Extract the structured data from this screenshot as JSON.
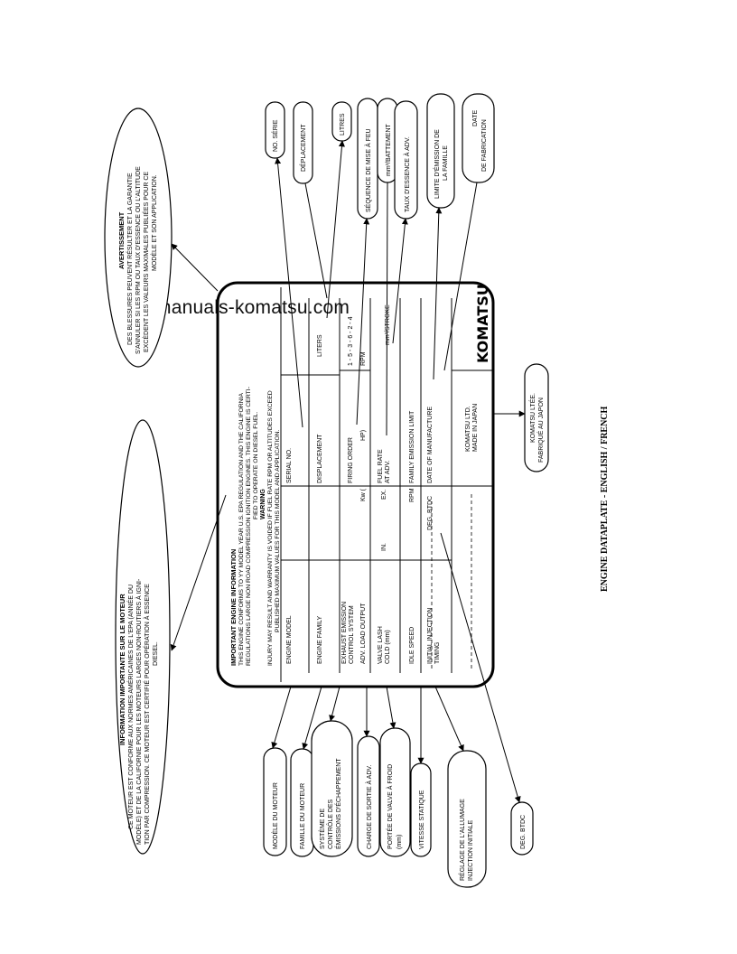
{
  "watermark": "manuals-komatsu.com",
  "page_caption": "ENGINE DATAPLATE - ENGLISH / FRENCH",
  "plate": {
    "header": {
      "title": "IMPORTANT ENGINE INFORMATION",
      "line1": "THIS ENGINE CONFORMS TO YY MODEL YEAR U.S. EPA REGULATION AND THE CALIFORNIA",
      "line2": "REGULATIONS LARGE NON ROAD COMPRESSION IGNITION ENGINES. THIS ENGINE IS CERTI-",
      "line3": "FIED TO OPERATE ON DIESEL FUEL.",
      "warning_title": "WARNING",
      "warning_line1": "INJURY MAY RESULT AND WARRANTY IS VOIDED IF FUEL RATE RPM OR ALTITUDES EXCEED",
      "warning_line2": "PUBLISHED MAXIMUM VALUES FOR THIS MODEL AND APPLICATION."
    },
    "rows": {
      "engine_model": "ENGINE MODEL",
      "serial_no": "SERIAL NO.",
      "engine_family": "ENGINE FAMILY",
      "displacement": "DISPLACEMENT",
      "liters": "LITERS",
      "exhaust_1": "EXHAUST EMISSION",
      "exhaust_2": "CONTROL SYSTEM",
      "firing_order": "FIRING ORDER",
      "firing_seq": "1 - 5 - 3 - 6 - 2 - 4",
      "adv_load": "ADV. LOAD OUTPUT",
      "kw": "Kw  (",
      "hp": "HP)",
      "rpm1": "RPM",
      "valve_1": "VALVE LASH",
      "valve_2": "COLD (mm)",
      "in": "IN.",
      "ex": "EX.",
      "fuel_1": "FUEL RATE",
      "fuel_2": "AT ADV.",
      "stroke": "mm³/STROKE",
      "idle": "IDLE SPEED",
      "rpm2": "RPM",
      "fam_em": "FAMILY EMISSION LIMIT",
      "init_1": "INITIAL INJECTION",
      "init_2": "TIMING",
      "btdc": "DEG. BTDC",
      "date_mfg": "DATE OF MANUFACTURE",
      "maker_1": "KOMATSU LTD.",
      "maker_2": "MADE IN JAPAN",
      "logo": "KOMATSU"
    }
  },
  "callouts": {
    "no_serie": "NO. SÉRIE",
    "deplacement": "DÉPLACEMENT",
    "litres": "LITRES",
    "sequence": "SÉQUENCE DE MISE À FEU",
    "battement": "mm³/BATTEMENT",
    "taux": "TAUX D'ESSENCE À ADV.",
    "limit_1": "LIMITE D'ÉMISSION DE",
    "limit_2": "LA FAMILLE",
    "date_1": "DATE",
    "date_2": "DE FABRICATION",
    "komatsu_1": "KOMATSU LTÉE.",
    "komatsu_2": "FABRIQUÉ AU JAPON",
    "modele": "MODÈLE DU MOTEUR",
    "famille": "FAMILLE DU MOTEUR",
    "systeme_1": "SYSTÈME DE",
    "systeme_2": "CONTRÔLE DES",
    "systeme_3": "ÉMISSIONS D'ÉCHAPPEMENT",
    "charge": "CHARGE DE SORTIE À ADV.",
    "portee_1": "PORTÉE DE VALVE À FROID",
    "portee_2": "(mm)",
    "vitesse": "VITESSE STATIQUE",
    "reglage_1": "RÉGLAGE DE L'ALLUMAGE",
    "reglage_2": "INJECTION INITIALE",
    "deg": "DEG. BTDC",
    "avert_title": "AVERTISSEMENT",
    "avert_1": "DES BLESSURES PEUVENT RÉSULTER ET LA GARANTIE",
    "avert_2": "S'ANNULER SI LES RPM OU TAUX D'ESSENCE OU L'ALTITUDE",
    "avert_3": "EXCÈDENT LES VALEURS MAXIMALES PUBLIÉES POUR CE",
    "avert_4": "MODÈLE ET SON APPLICATION.",
    "info_title": "INFORMATION IMPORTANTE SUR LE MOTEUR",
    "info_1": "CE MOTEUR EST CONFORME AUX NORMES AMÉRICAINES DE L'EPA (ANNÉE DU",
    "info_2": "MODÈLE) ET DE LA CALIFORNIE POUR LES MOTEURS LARGES NON-ROUTIERS À IGNI-",
    "info_3": "TION PAR COMPRESSION. CE MOTEUR EST CERTIFIÉ POUR OPÉRATION À ESSENCE",
    "info_4": "DIESEL."
  }
}
